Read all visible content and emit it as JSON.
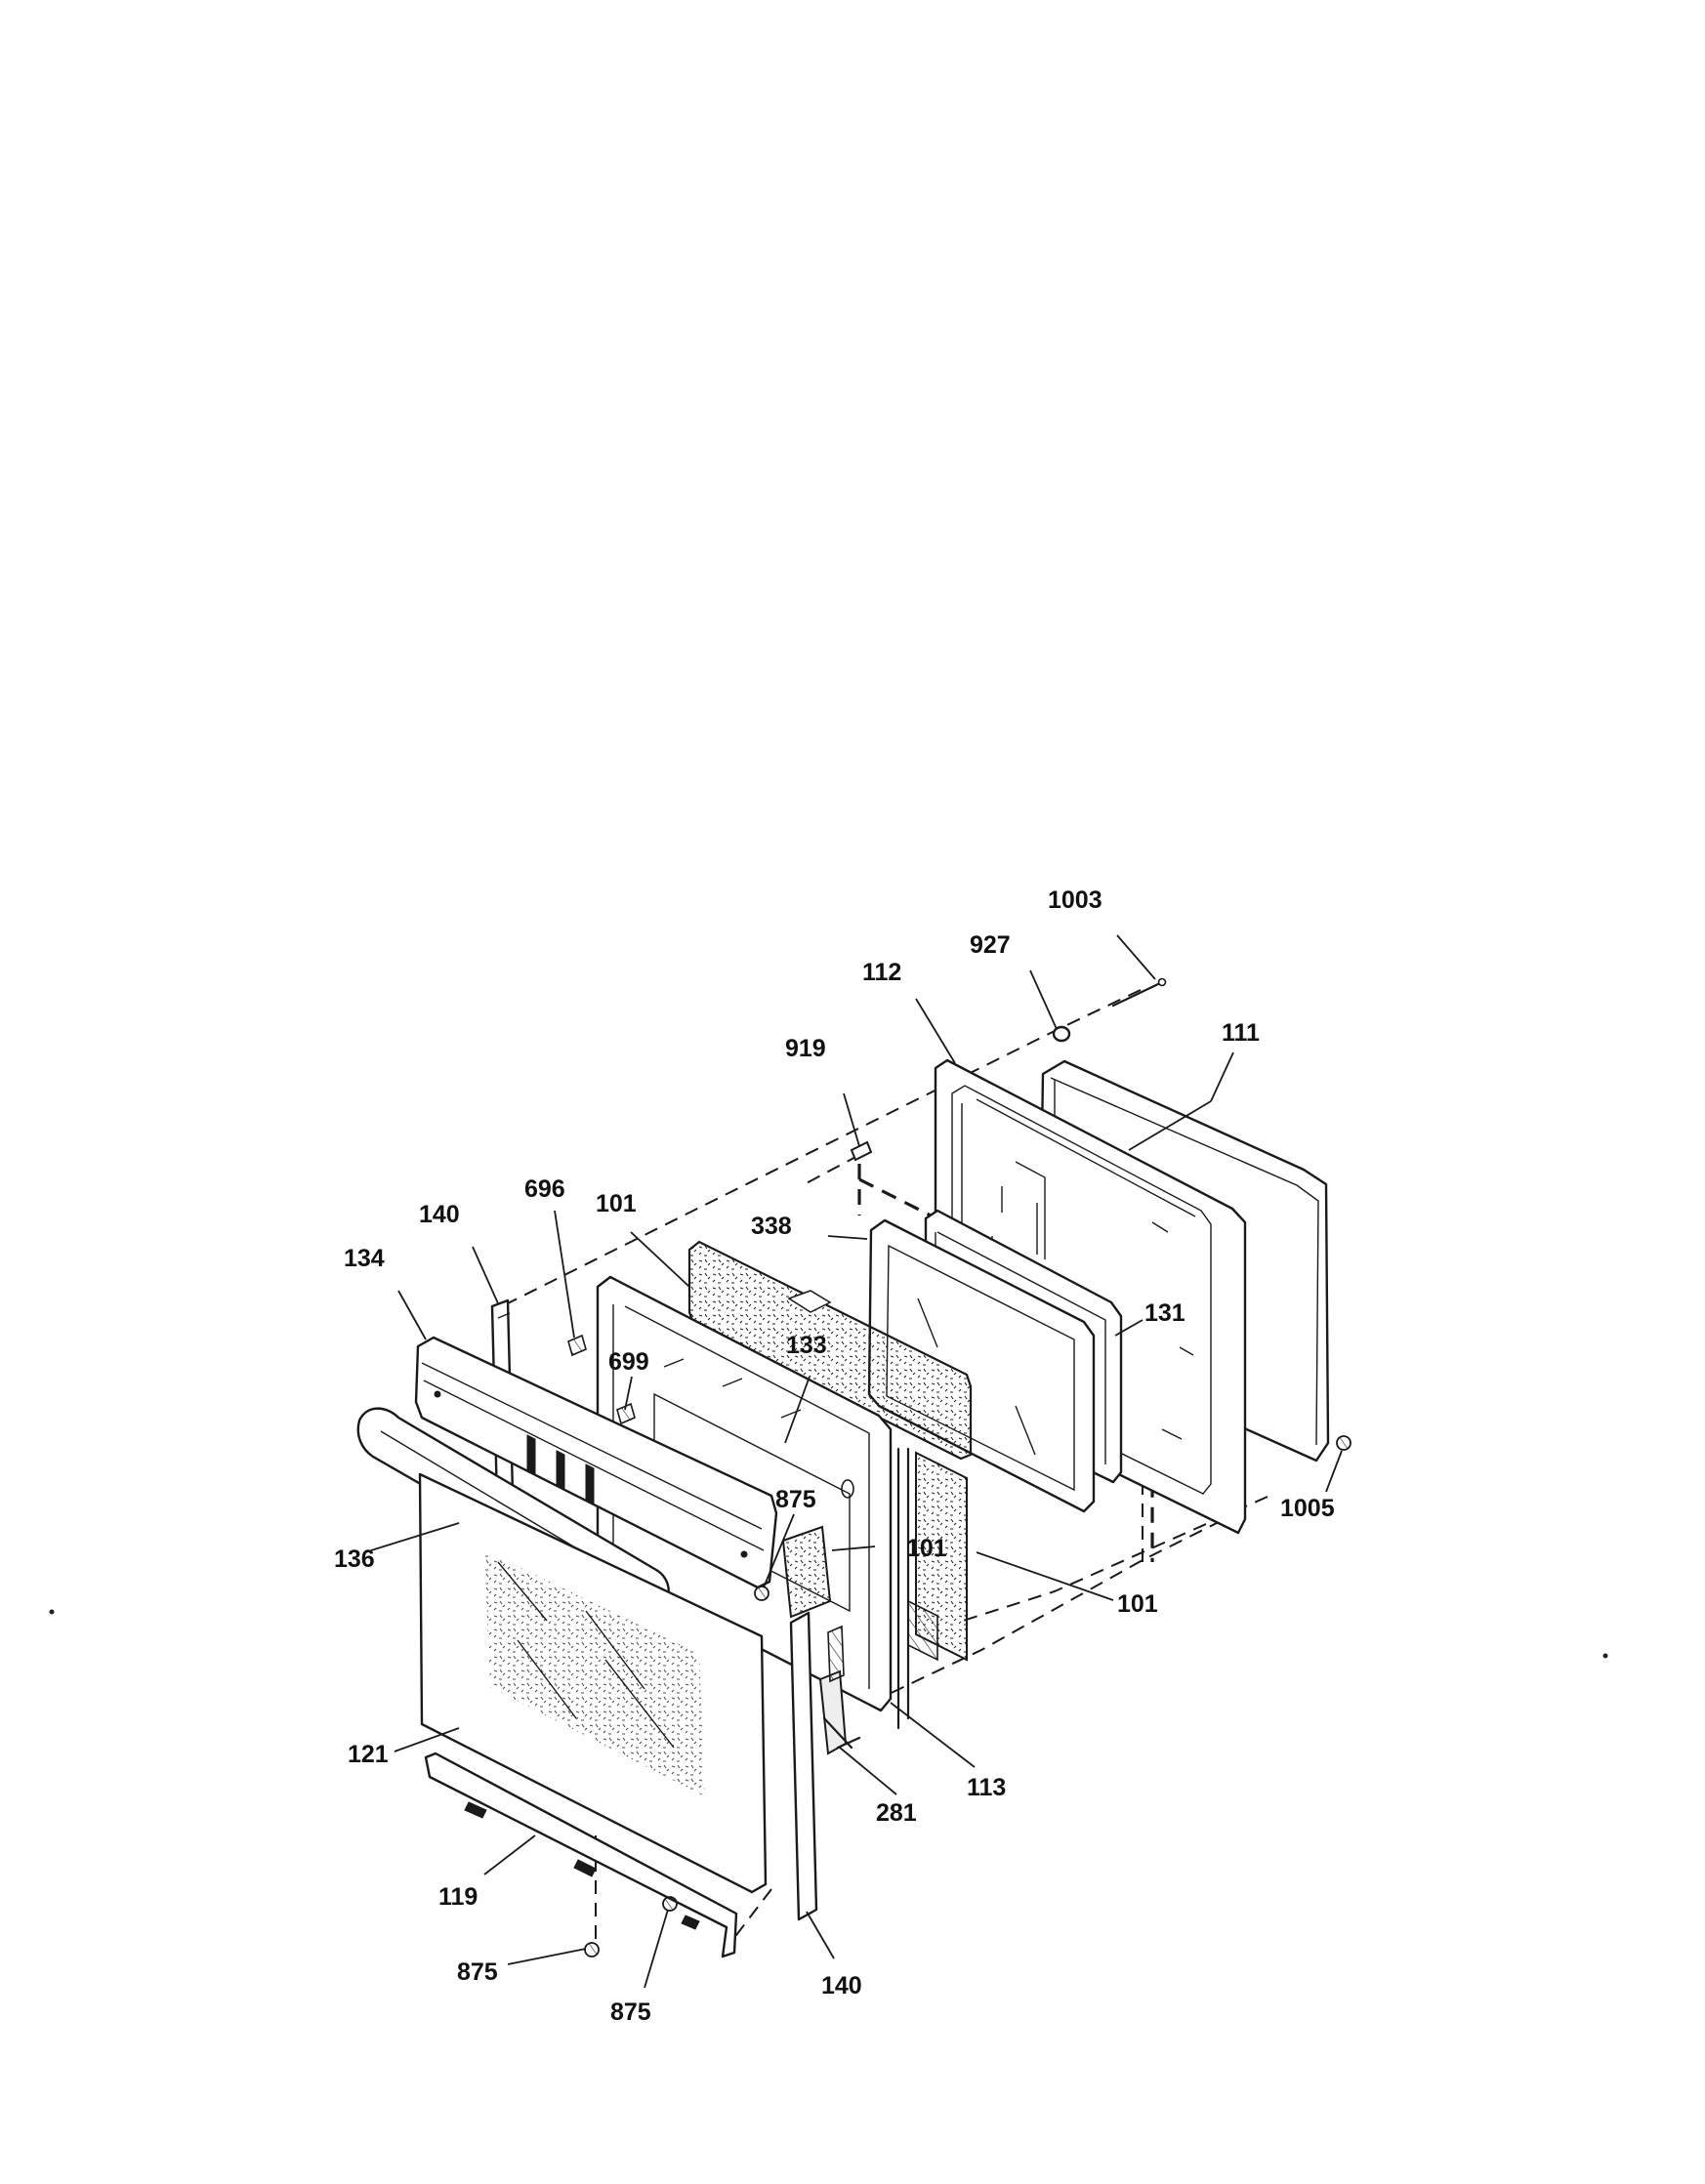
{
  "callouts": {
    "c1003": "1003",
    "c927": "927",
    "c112": "112",
    "c111": "111",
    "c919": "919",
    "c696": "696",
    "c140_top": "140",
    "c101_top": "101",
    "c338": "338",
    "c134": "134",
    "c699": "699",
    "c133": "133",
    "c131": "131",
    "c1005": "1005",
    "c875_mid": "875",
    "c101_mid": "101",
    "c101_right": "101",
    "c136": "136",
    "c121": "121",
    "c281": "281",
    "c113": "113",
    "c119": "119",
    "c875_bl": "875",
    "c875_bot": "875",
    "c140_bot": "140"
  }
}
